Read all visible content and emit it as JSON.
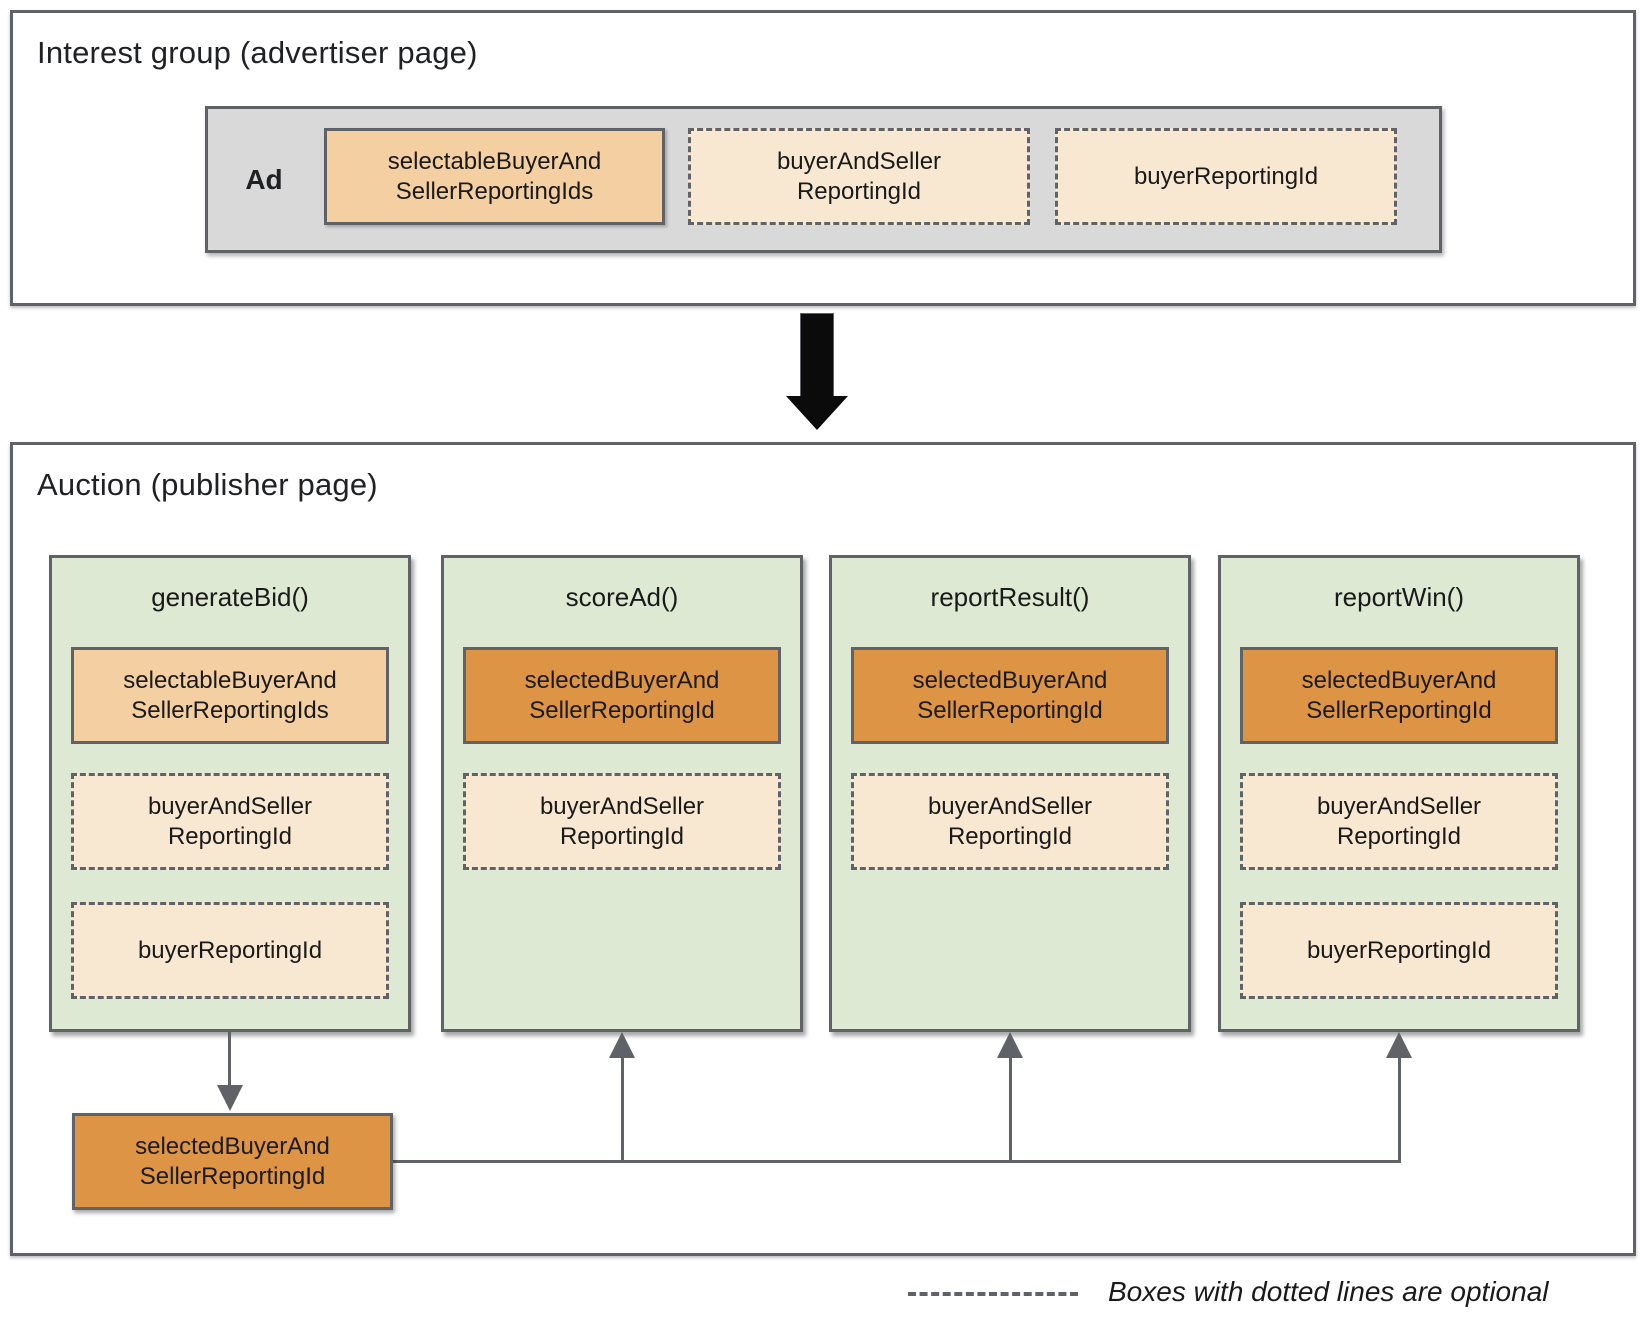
{
  "interest_group": {
    "title": "Interest group (advertiser page)",
    "ad_label": "Ad",
    "chips": [
      {
        "label": "selectableBuyerAnd\nSellerReportingIds",
        "type": "selectable"
      },
      {
        "label": "buyerAndSeller\nReportingId",
        "type": "optional"
      },
      {
        "label": "buyerReportingId",
        "type": "optional"
      }
    ]
  },
  "flow": {
    "arrow": "interest-group-to-auction"
  },
  "auction": {
    "title": "Auction (publisher page)",
    "columns": [
      {
        "title": "generateBid()",
        "boxes": [
          {
            "label": "selectableBuyerAnd\nSellerReportingIds",
            "type": "selectable"
          },
          {
            "label": "buyerAndSeller\nReportingId",
            "type": "optional"
          },
          {
            "label": "buyerReportingId",
            "type": "optional"
          }
        ]
      },
      {
        "title": "scoreAd()",
        "boxes": [
          {
            "label": "selectedBuyerAnd\nSellerReportingId",
            "type": "selected"
          },
          {
            "label": "buyerAndSeller\nReportingId",
            "type": "optional"
          }
        ]
      },
      {
        "title": "reportResult()",
        "boxes": [
          {
            "label": "selectedBuyerAnd\nSellerReportingId",
            "type": "selected"
          },
          {
            "label": "buyerAndSeller\nReportingId",
            "type": "optional"
          }
        ]
      },
      {
        "title": "reportWin()",
        "boxes": [
          {
            "label": "selectedBuyerAnd\nSellerReportingId",
            "type": "selected"
          },
          {
            "label": "buyerAndSeller\nReportingId",
            "type": "optional"
          },
          {
            "label": "buyerReportingId",
            "type": "optional"
          }
        ]
      }
    ],
    "output_box": {
      "label": "selectedBuyerAnd\nSellerReportingId",
      "type": "selected"
    }
  },
  "legend": {
    "text": "Boxes with dotted lines are optional"
  },
  "colors": {
    "border_gray": "#5f6368",
    "ad_container_fill": "#d9d9d9",
    "column_fill": "#dde9d3",
    "selectable_fill": "#f3cfa2",
    "optional_fill": "#f8e8d2",
    "selected_fill": "#de9445",
    "big_arrow": "#0b0b0b",
    "text": "#202124"
  }
}
